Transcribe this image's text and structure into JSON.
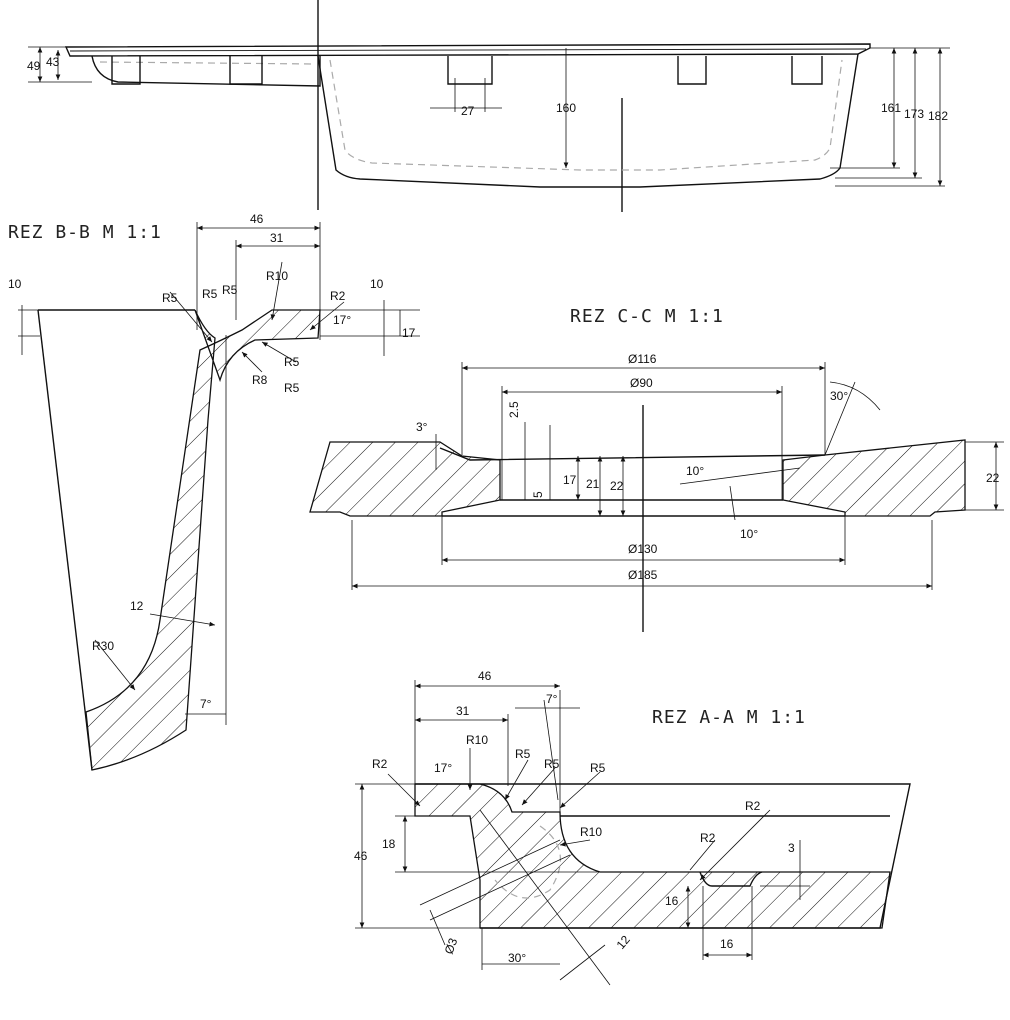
{
  "sections": {
    "top": {
      "dims": [
        "49",
        "43",
        "27",
        "160",
        "161",
        "173",
        "182"
      ]
    },
    "bb": {
      "title": "REZ B-B M 1:1",
      "dims": [
        "46",
        "31",
        "10",
        "10",
        "17",
        "R5",
        "R5",
        "R5",
        "R10",
        "R2",
        "17°",
        "R5",
        "R8",
        "R5",
        "12",
        "R30",
        "7°"
      ]
    },
    "cc": {
      "title": "REZ C-C M 1:1",
      "dims": [
        "Ø116",
        "Ø90",
        "30°",
        "3°",
        "2.5",
        "17",
        "21",
        "22",
        "5",
        "10°",
        "10°",
        "22",
        "Ø130",
        "Ø185"
      ]
    },
    "aa": {
      "title": "REZ A-A M 1:1",
      "dims": [
        "46",
        "31",
        "7°",
        "R2",
        "17°",
        "R10",
        "R5",
        "R5",
        "R5",
        "R10",
        "R2",
        "R2",
        "46",
        "18",
        "3",
        "16",
        "16",
        "Ø3",
        "12",
        "30°"
      ]
    }
  }
}
